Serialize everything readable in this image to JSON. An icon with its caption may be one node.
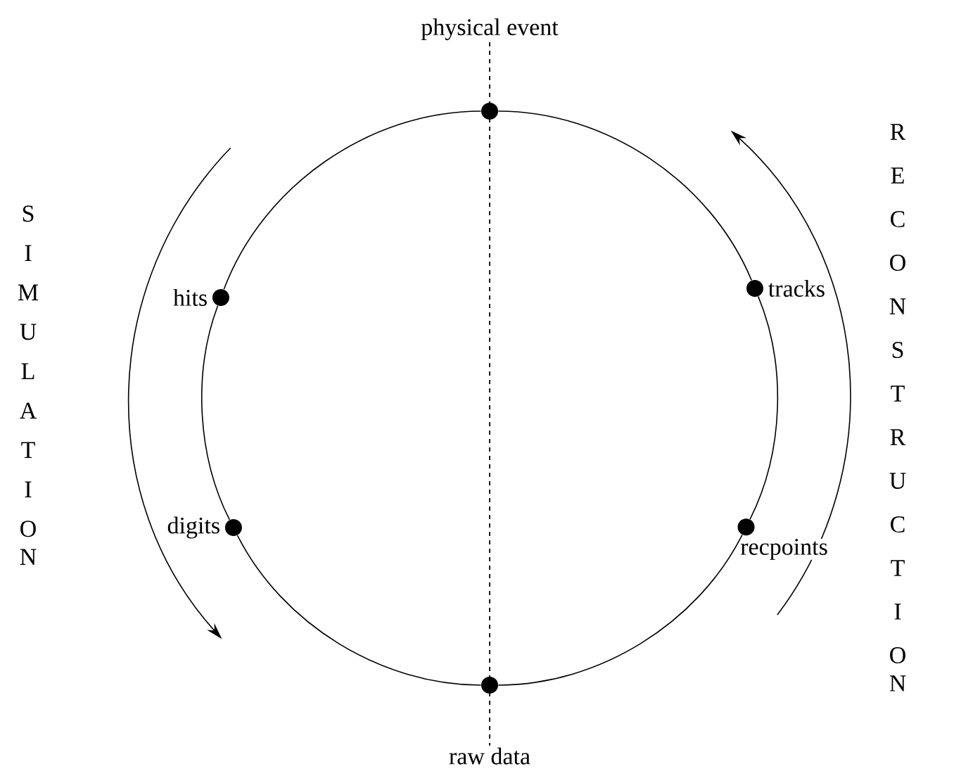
{
  "diagram": {
    "nodes": [
      {
        "text": [
          "physical event"
        ]
      },
      {
        "text": [
          "hits"
        ]
      },
      {
        "text": [
          "tracks"
        ]
      },
      {
        "text": [
          "digits"
        ]
      },
      {
        "text": [
          "recpoints"
        ]
      },
      {
        "text": [
          "raw data"
        ]
      }
    ],
    "edges": [
      {
        "from": 0,
        "to": 2,
        "arrow": "none"
      },
      {
        "from": 2,
        "to": 4,
        "arrow": "none"
      },
      {
        "from": 4,
        "to": 5,
        "arrow": "none"
      },
      {
        "from": 5,
        "to": 3,
        "arrow": "none"
      },
      {
        "from": 3,
        "to": 1,
        "arrow": "none"
      },
      {
        "from": 1,
        "to": 0,
        "arrow": "none"
      }
    ],
    "labels": [
      "SIMULATION",
      "RECONSTRUCTION"
    ]
  }
}
